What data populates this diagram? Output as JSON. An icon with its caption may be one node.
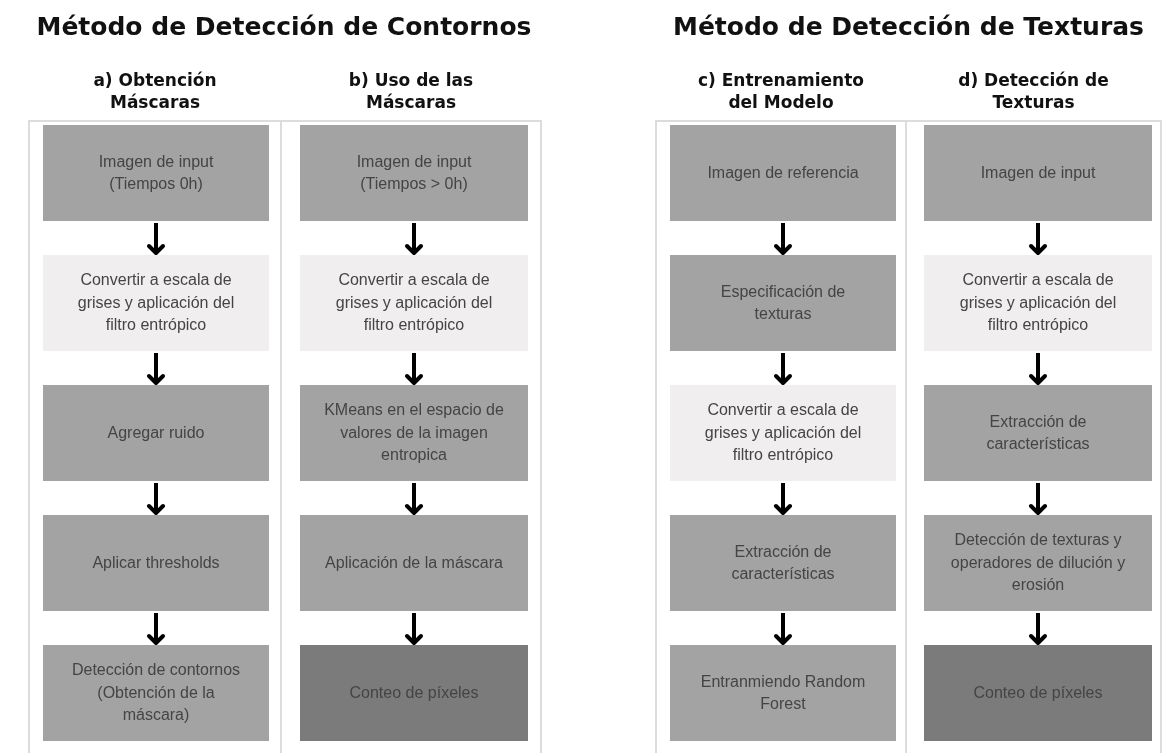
{
  "diagram": {
    "nodes": [
      {
        "text": [
          "a) Obtención Máscaras"
        ]
      },
      {
        "text": [
          "Imagen de input (Tiempos 0h)"
        ],
        "in": 0
      },
      {
        "text": [
          "Convertir a escala de grises y aplicación del filtro entrópico"
        ],
        "in": 0
      },
      {
        "text": [
          "Agregar ruido"
        ],
        "in": 0
      },
      {
        "text": [
          "Aplicar thresholds"
        ],
        "in": 0
      },
      {
        "text": [
          "Detección de contornos (Obtención de la máscara)"
        ],
        "in": 0
      },
      {
        "text": [
          "b) Uso de las Máscaras"
        ]
      },
      {
        "text": [
          "Imagen de input (Tiempos > 0h)"
        ],
        "in": 6
      },
      {
        "text": [
          "Convertir a escala de grises y aplicación del filtro entrópico"
        ],
        "in": 6
      },
      {
        "text": [
          "KMeans en el espacio de valores de la imagen entropica"
        ],
        "in": 6
      },
      {
        "text": [
          "Aplicación de la máscara"
        ],
        "in": 6
      },
      {
        "text": [
          "Conteo de píxeles"
        ],
        "in": 6
      },
      {
        "text": [
          "c) Entrenamiento del Modelo"
        ]
      },
      {
        "text": [
          "Imagen de referencia"
        ],
        "in": 12
      },
      {
        "text": [
          "Especificación de texturas"
        ],
        "in": 12
      },
      {
        "text": [
          "Convertir a escala de grises y aplicación del filtro entrópico"
        ],
        "in": 12
      },
      {
        "text": [
          "Extracción de características"
        ],
        "in": 12
      },
      {
        "text": [
          "Entranmiendo Random Forest"
        ],
        "in": 12
      },
      {
        "text": [
          "d) Detección de Texturas"
        ]
      },
      {
        "text": [
          "Imagen de input"
        ],
        "in": 18
      },
      {
        "text": [
          "Convertir a escala de grises y aplicación del filtro entrópico"
        ],
        "in": 18
      },
      {
        "text": [
          "Extracción de características"
        ],
        "in": 18
      },
      {
        "text": [
          "Detección de texturas y operadores de dilución y erosión"
        ],
        "in": 18
      },
      {
        "text": [
          "Conteo de píxeles"
        ],
        "in": 18
      }
    ],
    "edges": [
      {
        "from": 1,
        "to": 2,
        "arrow": "to"
      },
      {
        "from": 2,
        "to": 3,
        "arrow": "to"
      },
      {
        "from": 3,
        "to": 4,
        "arrow": "to"
      },
      {
        "from": 4,
        "to": 5,
        "arrow": "to"
      },
      {
        "from": 7,
        "to": 8,
        "arrow": "to"
      },
      {
        "from": 8,
        "to": 9,
        "arrow": "to"
      },
      {
        "from": 9,
        "to": 10,
        "arrow": "to"
      },
      {
        "from": 10,
        "to": 11,
        "arrow": "to"
      },
      {
        "from": 13,
        "to": 14,
        "arrow": "to"
      },
      {
        "from": 14,
        "to": 15,
        "arrow": "to"
      },
      {
        "from": 15,
        "to": 16,
        "arrow": "to"
      },
      {
        "from": 16,
        "to": 17,
        "arrow": "to"
      },
      {
        "from": 19,
        "to": 20,
        "arrow": "to"
      },
      {
        "from": 20,
        "to": 21,
        "arrow": "to"
      },
      {
        "from": 21,
        "to": 22,
        "arrow": "to"
      },
      {
        "from": 22,
        "to": 23,
        "arrow": "to"
      }
    ],
    "labels": [
      "Método de Detección de Contornos",
      "Método de Detección de Texturas"
    ]
  }
}
